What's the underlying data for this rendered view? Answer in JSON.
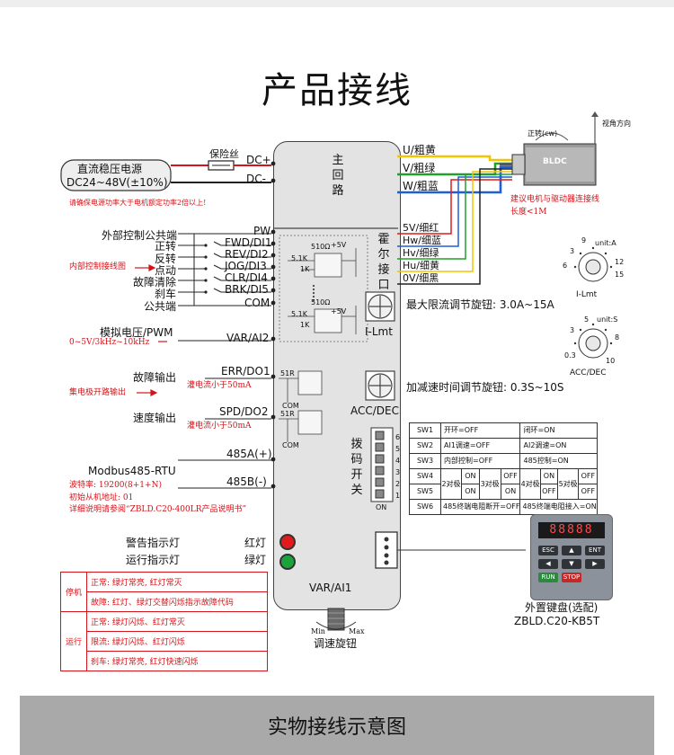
{
  "title": "产品接线",
  "footer": "实物接线示意图",
  "power": {
    "box_line1": "直流稳压电源",
    "box_line2": "DC24~48V(±10%)",
    "fuse": "保险丝",
    "dc_plus": "DC+",
    "dc_minus": "DC-",
    "warning": "请确保电源功率大于电机额定功率2倍以上!"
  },
  "driver": {
    "main_circuit": [
      "主",
      "回",
      "路"
    ],
    "hall_port": [
      "霍",
      "尔",
      "接",
      "口"
    ],
    "i_lmt": "I-Lmt",
    "acc_dec": "ACC/DEC",
    "dip_label": [
      "拨",
      "码",
      "开",
      "关"
    ],
    "var_ai1": "VAR/AI1",
    "var_knob_min": "Min",
    "var_knob_max": "Max",
    "var_knob_caption": "调速旋钮"
  },
  "motor": {
    "label": "BLDC",
    "rotation_label": "正转(cw)",
    "view_label": "视角方向",
    "note_line1": "建议电机与驱动器连接线",
    "note_line2": "长度<1M"
  },
  "motor_wires": [
    {
      "label": "U/粗黄",
      "color": "#f2c500"
    },
    {
      "label": "V/粗绿",
      "color": "#22a02a"
    },
    {
      "label": "W/粗蓝",
      "color": "#1e5fd6"
    }
  ],
  "hall_wires": [
    {
      "label": "5V/细红",
      "color": "#e01b1b"
    },
    {
      "label": "Hw/细蓝",
      "color": "#1e5fd6"
    },
    {
      "label": "Hv/细绿",
      "color": "#22a02a"
    },
    {
      "label": "Hu/细黄",
      "color": "#f2c500"
    },
    {
      "label": "0V/细黑",
      "color": "#222222"
    }
  ],
  "inputs": {
    "pw_label": "外部控制公共端",
    "pw_pin": "PW",
    "inner_note": "内部控制接线图",
    "items": [
      {
        "label": "正转",
        "pin": "FWD/DI1"
      },
      {
        "label": "反转",
        "pin": "REV/DI2"
      },
      {
        "label": "点动",
        "pin": "JOG/DI3"
      },
      {
        "label": "故障清除",
        "pin": "CLR/DI4"
      },
      {
        "label": "刹车",
        "pin": "BRK/DI5"
      },
      {
        "label": "公共端",
        "pin": "COM"
      }
    ],
    "analog_label": "模拟电压/PWM",
    "analog_note": "0~5V/3kHz~10kHz",
    "analog_pin": "VAR/AI2"
  },
  "outputs": {
    "fault_label": "故障输出",
    "fault_pin": "ERR/DO1",
    "fault_current": "灌电流小于50mA",
    "collector_note": "集电极开路输出",
    "speed_label": "速度输出",
    "speed_pin": "SPD/DO2",
    "speed_current": "灌电流小于50mA"
  },
  "modbus": {
    "title": "Modbus485-RTU",
    "pin_a": "485A(+)",
    "pin_b": "485B(-)",
    "baud": "波特率: 19200(8+1+N)",
    "addr": "初始从机地址: 01",
    "ref": "详细说明请参阅“ZBLD.C20-400LR产品说明书”"
  },
  "circuit_labels": {
    "r510": "510Ω",
    "r51k": "5.1K",
    "r1k": "1K",
    "r51r": "51R",
    "plus5v": "+5V",
    "com": "COM"
  },
  "knobs": {
    "i_lmt_caption": "I-Lmt",
    "i_lmt_unit": "unit:A",
    "i_lmt_ticks": [
      "9",
      "3",
      "6",
      "12",
      "15"
    ],
    "acc_caption": "ACC/DEC",
    "acc_unit": "unit:S",
    "acc_ticks": [
      "5",
      "3",
      "0.3",
      "8",
      "10"
    ],
    "i_lmt_desc": "最大限流调节旋钮: 3.0A~15A",
    "acc_desc": "加减速时间调节旋钮: 0.3S~10S"
  },
  "dip_numbers": [
    "6",
    "5",
    "4",
    "3",
    "2",
    "1"
  ],
  "dip_on": "ON",
  "switch_table": {
    "rows": [
      {
        "sw": "SW1",
        "off": "开环=OFF",
        "on": "闭环=ON"
      },
      {
        "sw": "SW2",
        "off": "AI1调速=OFF",
        "on": "AI2调速=ON"
      },
      {
        "sw": "SW3",
        "off": "内部控制=OFF",
        "on": "485控制=ON"
      },
      {
        "sw": "SW4",
        "pole2": "2对极",
        "pole3": "3对极",
        "pole4": "4对极",
        "pole5": "5对极",
        "on": "ON",
        "off": "OFF"
      },
      {
        "sw": "SW5"
      },
      {
        "sw": "SW6",
        "off": "485终端电阻断开=OFF",
        "on": "485终端电阻接入=ON"
      }
    ]
  },
  "leds": {
    "warn_label": "警告指示灯",
    "warn_color": "红灯",
    "run_label": "运行指示灯",
    "run_color": "绿灯",
    "red": "#e01b1b",
    "green": "#1aa33a"
  },
  "status_table": {
    "stop_group": "停机",
    "run_group": "运行",
    "stop_normal": "正常: 绿灯常亮, 红灯常灭",
    "stop_fault": "故障: 红灯、绿灯交替闪烁指示故障代码",
    "run_normal": "正常: 绿灯闪烁、红灯常灭",
    "run_limit": "限流: 绿灯闪烁、红灯闪烁",
    "run_brake": "刹车: 绿灯常亮, 红灯快速闪烁"
  },
  "keypad": {
    "caption1": "外置键盘(选配)",
    "caption2": "ZBLD.C20-KB5T",
    "display": "88888",
    "keys": [
      "ESC",
      "▲",
      "ENT",
      "◀",
      "▼",
      "▶",
      "RUN",
      "STOP"
    ]
  }
}
